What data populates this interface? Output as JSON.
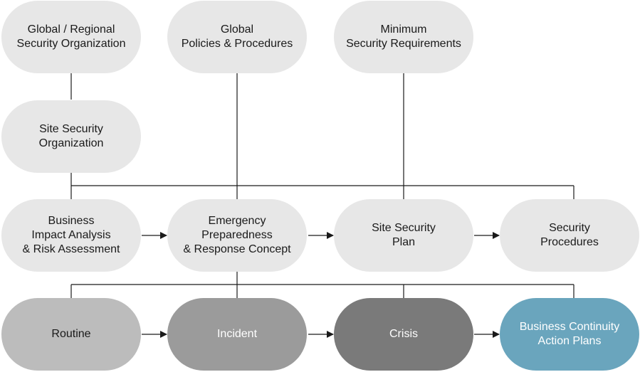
{
  "nodes": {
    "global_regional_security_org": "Global / Regional\nSecurity Organization",
    "global_policies_procedures": "Global\nPolicies & Procedures",
    "minimum_security_requirements": "Minimum\nSecurity Requirements",
    "site_security_organization": "Site Security\nOrganization",
    "business_impact_analysis": "Business\nImpact Analysis\n& Risk Assessment",
    "emergency_preparedness": "Emergency\nPreparedness\n& Response Concept",
    "site_security_plan": "Site Security\nPlan",
    "security_procedures": "Security\nProcedures",
    "routine": "Routine",
    "incident": "Incident",
    "crisis": "Crisis",
    "business_continuity": "Business Continuity\nAction Plans"
  },
  "colors": {
    "light_node": "#e7e7e7",
    "routine_node": "#bcbcbc",
    "incident_node": "#9b9b9b",
    "crisis_node": "#7a7a7a",
    "continuity_node": "#6aa5bd",
    "connector": "#1a1a1a"
  }
}
